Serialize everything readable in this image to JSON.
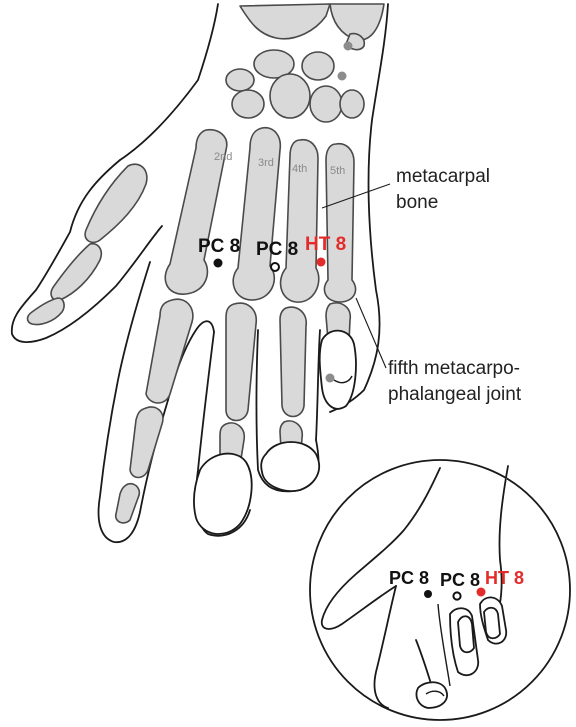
{
  "labels": {
    "metacarpal_line1": "metacarpal",
    "metacarpal_line2": "bone",
    "joint_line1": "fifth metacarpo-",
    "joint_line2": "phalangeal joint"
  },
  "digit_labels": [
    "2nd",
    "3rd",
    "4th",
    "5th"
  ],
  "points": {
    "pc8_main": "PC 8",
    "pc8_alt": "PC 8",
    "ht8": "HT 8"
  },
  "inset_points": {
    "pc8_main": "PC 8",
    "pc8_alt": "PC 8",
    "ht8": "HT 8"
  },
  "colors": {
    "bone_fill": "#d9d9d9",
    "outline": "#1a1a1a",
    "pc8": "#111111",
    "ht8": "#e32b2b",
    "landmark": "#8c8c8c"
  }
}
